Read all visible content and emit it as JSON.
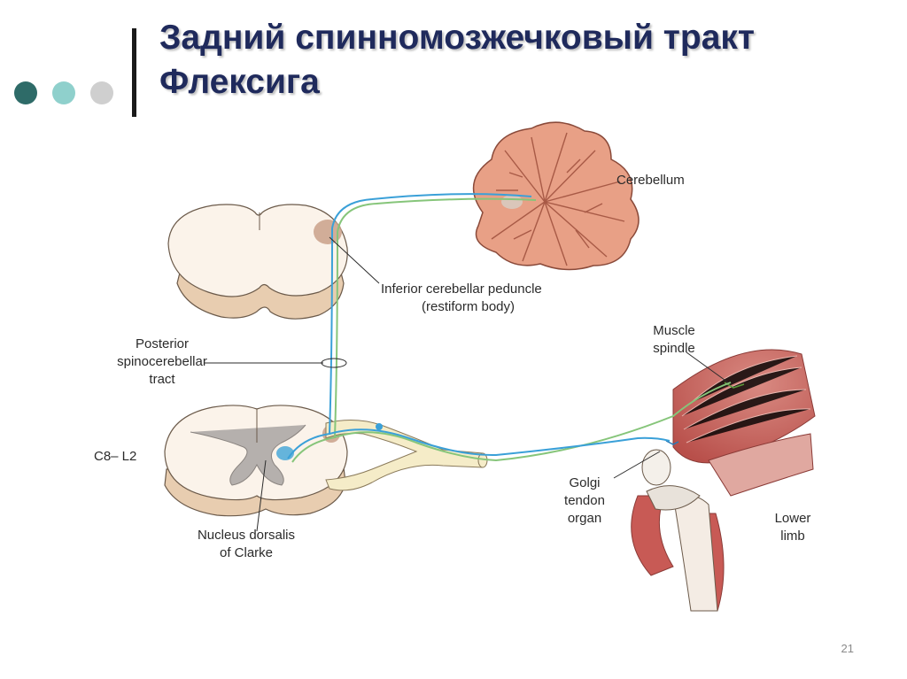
{
  "slide": {
    "title_line1": "Задний спинномозжечковый тракт",
    "title_line2": "Флексига",
    "page_number": "21"
  },
  "decor_colors": {
    "dot1": "#2e6b68",
    "dot2": "#8fd0cc",
    "dot3": "#cfcfcf",
    "title_color": "#1f2a5c",
    "tract_blue": "#3aa0d8",
    "tract_green": "#86c57a",
    "muscle_red": "#c9706a"
  },
  "diagram": {
    "labels": {
      "cerebellum": "Cerebellum",
      "peduncle_line1": "Inferior cerebellar peduncle",
      "peduncle_line2": "(restiform body)",
      "tract_line1": "Posterior",
      "tract_line2": "spinocerebellar",
      "tract_line3": "tract",
      "segment": "C8– L2",
      "nucleus_line1": "Nucleus dorsalis",
      "nucleus_line2": "of Clarke",
      "spindle_line1": "Muscle",
      "spindle_line2": "spindle",
      "golgi_line1": "Golgi",
      "golgi_line2": "tendon",
      "golgi_line3": "organ",
      "limb_line1": "Lower",
      "limb_line2": "limb"
    }
  }
}
